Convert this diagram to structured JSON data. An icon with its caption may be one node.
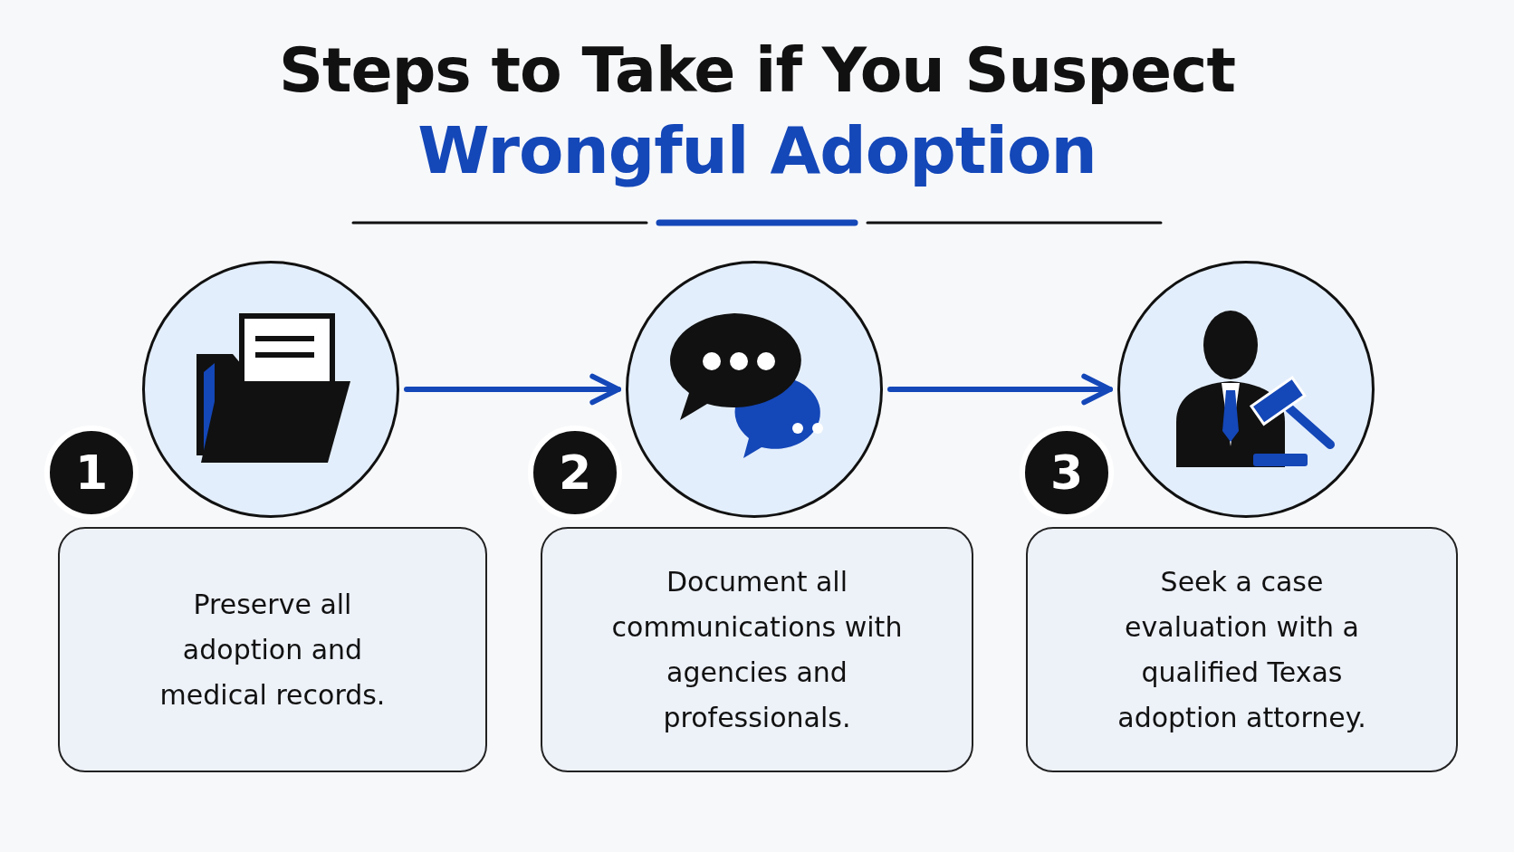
{
  "diagram": {
    "title": "Steps to Take if You Suspect",
    "nodes": [
      {
        "text": [],
        "shape": "circle"
      },
      {
        "text": [
          "1"
        ]
      },
      {
        "text": [
          "Preserve all adoption and medical records."
        ]
      },
      {
        "text": [],
        "shape": "circle"
      },
      {
        "text": [
          "2"
        ]
      },
      {
        "text": [
          "Document all communications with agencies and professionals."
        ]
      },
      {
        "text": [],
        "shape": "circle"
      },
      {
        "text": [
          "3"
        ]
      },
      {
        "text": [
          "Seek a case evaluation with a qualified Texas adoption attorney."
        ]
      }
    ],
    "edges": [
      {
        "from": 0,
        "to": 3,
        "arrow": "to"
      },
      {
        "from": 3,
        "to": 6,
        "arrow": "to"
      }
    ],
    "labels": [
      "Wrongful Adoption"
    ]
  }
}
